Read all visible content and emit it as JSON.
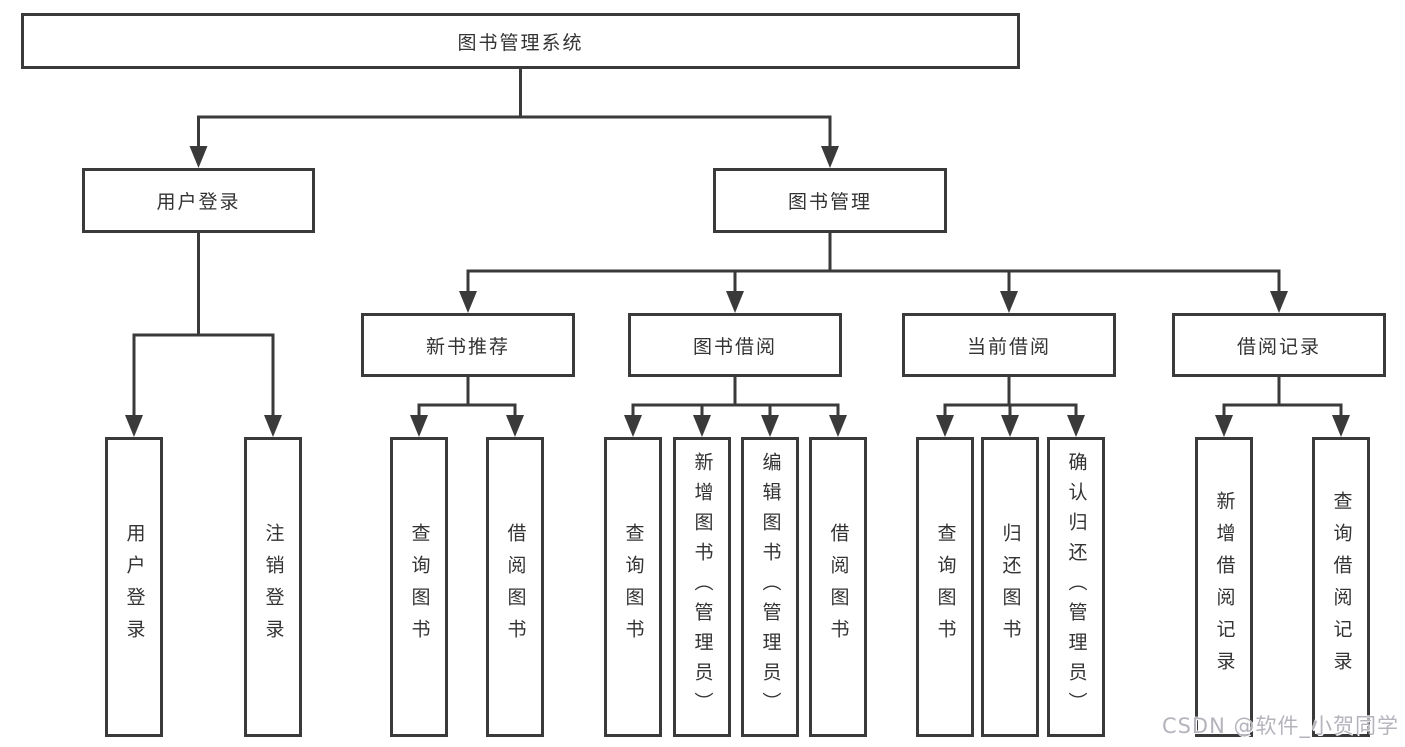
{
  "diagram_title": "图书管理系统",
  "tree": {
    "label": "图书管理系统",
    "children": [
      {
        "label": "用户登录",
        "children": [
          {
            "label": "用户登录"
          },
          {
            "label": "注销登录"
          }
        ]
      },
      {
        "label": "图书管理",
        "children": [
          {
            "label": "新书推荐",
            "children": [
              {
                "label": "查询图书"
              },
              {
                "label": "借阅图书"
              }
            ]
          },
          {
            "label": "图书借阅",
            "children": [
              {
                "label": "查询图书"
              },
              {
                "label": "新增图书（管理员）"
              },
              {
                "label": "编辑图书（管理员）"
              },
              {
                "label": "借阅图书"
              }
            ]
          },
          {
            "label": "当前借阅",
            "children": [
              {
                "label": "查询图书"
              },
              {
                "label": "归还图书"
              },
              {
                "label": "确认归还（管理员）"
              }
            ]
          },
          {
            "label": "借阅记录",
            "children": [
              {
                "label": "新增借阅记录"
              },
              {
                "label": "查询借阅记录"
              }
            ]
          }
        ]
      }
    ]
  },
  "watermark": "CSDN @软件_小贺同学",
  "colors": {
    "line": "#3a3a3a",
    "box_border": "#3a3a3a",
    "text": "#333333",
    "watermark": "#b4b4bc",
    "background": "#ffffff"
  }
}
